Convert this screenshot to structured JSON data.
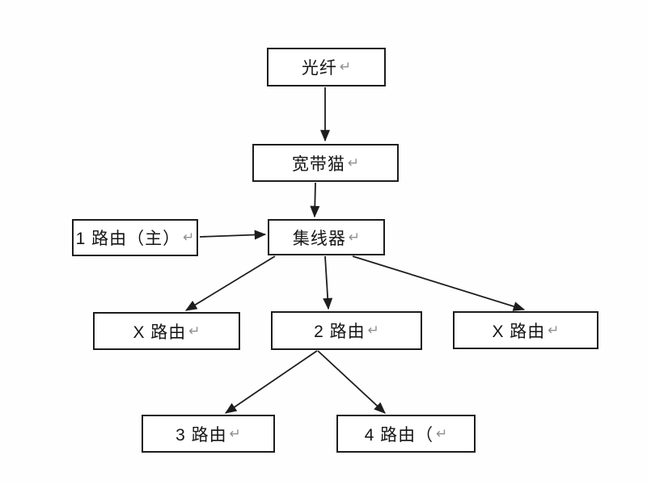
{
  "diagram": {
    "return_mark": "↵",
    "colors": {
      "background": "#fefefe",
      "box_border": "#1d1d1d",
      "line": "#1d1d1d",
      "text": "#151515",
      "return_mark": "#8f8f8f"
    },
    "nodes": [
      {
        "id": "fiber",
        "label": "光纤"
      },
      {
        "id": "modem",
        "label": "宽带猫"
      },
      {
        "id": "router-1-main",
        "label": "1 路由（主）"
      },
      {
        "id": "hub",
        "label": "集线器"
      },
      {
        "id": "router-x-left",
        "label": "X 路由"
      },
      {
        "id": "router-2",
        "label": "2 路由"
      },
      {
        "id": "router-x-right",
        "label": "X 路由"
      },
      {
        "id": "router-3",
        "label": "3 路由"
      },
      {
        "id": "router-4",
        "label": "4 路由（"
      }
    ],
    "edges": [
      {
        "from": "fiber",
        "to": "modem"
      },
      {
        "from": "modem",
        "to": "hub"
      },
      {
        "from": "router-1-main",
        "to": "hub"
      },
      {
        "from": "hub",
        "to": "router-x-left"
      },
      {
        "from": "hub",
        "to": "router-2"
      },
      {
        "from": "hub",
        "to": "router-x-right"
      },
      {
        "from": "router-2",
        "to": "router-3"
      },
      {
        "from": "router-2",
        "to": "router-4"
      }
    ]
  }
}
